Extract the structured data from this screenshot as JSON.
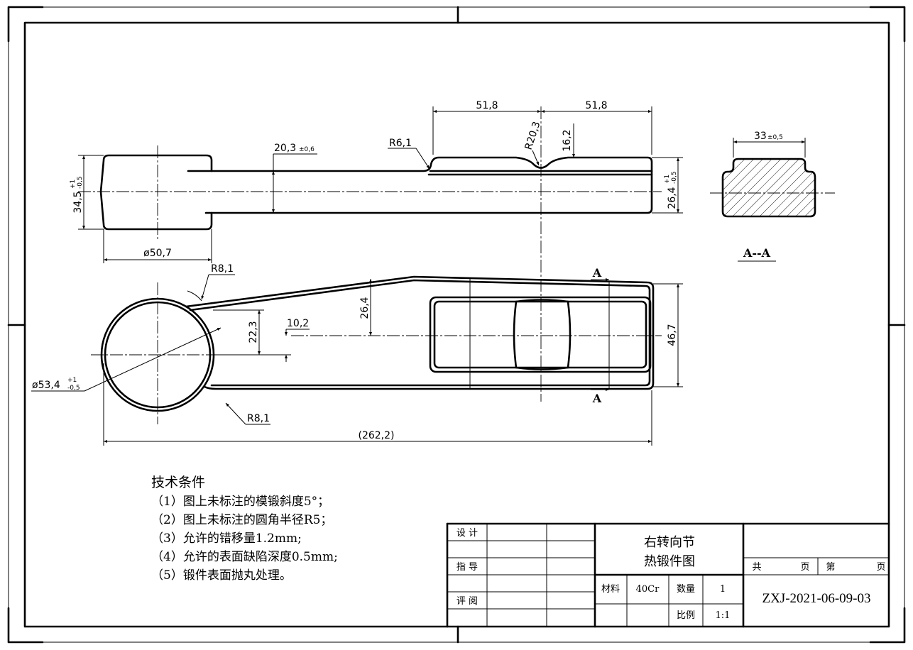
{
  "dimensions": {
    "front_left_width": "51,8",
    "front_right_width": "51,8",
    "notch_radius": "R20,3",
    "notch_depth": "16,2",
    "arm_thickness": "20,3",
    "arm_thickness_tol": "±0,6",
    "fillet_radius": "R6,1",
    "boss_height": "34,5",
    "boss_height_tol_upper": "+1",
    "boss_height_tol_lower": "-0,5",
    "block_height": "26,4",
    "block_height_tol_upper": "+1",
    "block_height_tol_lower": "-0,5",
    "boss_diameter": "ø50,7",
    "section_width": "33",
    "section_width_tol": "±0,5",
    "upper_fillet_radius": "R8,1",
    "lower_fillet_radius": "R8,1",
    "arm_offset": "26,4",
    "hub_offset": "22,3",
    "small_offset": "10,2",
    "block_width": "46,7",
    "hub_diameter": "ø53,4",
    "hub_diameter_tol_upper": "+1",
    "hub_diameter_tol_lower": "-0,5",
    "overall_length": "(262,2)"
  },
  "section": {
    "title": "A--A",
    "marker_top": "A",
    "marker_bottom": "A"
  },
  "notes": {
    "heading": "技术条件",
    "items": [
      "（1）图上未标注的模锻斜度5°；",
      "（2）图上未标注的圆角半径R5；",
      "（3）允许的错移量1.2mm;",
      "（4）允许的表面缺陷深度0.5mm;",
      "（5）锻件表面抛丸处理。"
    ]
  },
  "title_block": {
    "designer_label": "设 计",
    "advisor_label": "指 导",
    "reviewer_label": "评 阅",
    "part_name": "右转向节",
    "drawing_type": "热锻件图",
    "material_label": "材料",
    "material": "40Cr",
    "quantity_label": "数量",
    "quantity": "1",
    "scale_label": "比例",
    "scale": "1:1",
    "sheets_total_prefix": "共",
    "sheets_total_suffix": "页",
    "sheet_prefix": "第",
    "sheet_suffix": "页",
    "drawing_number": "ZXJ-2021-06-09-03"
  }
}
